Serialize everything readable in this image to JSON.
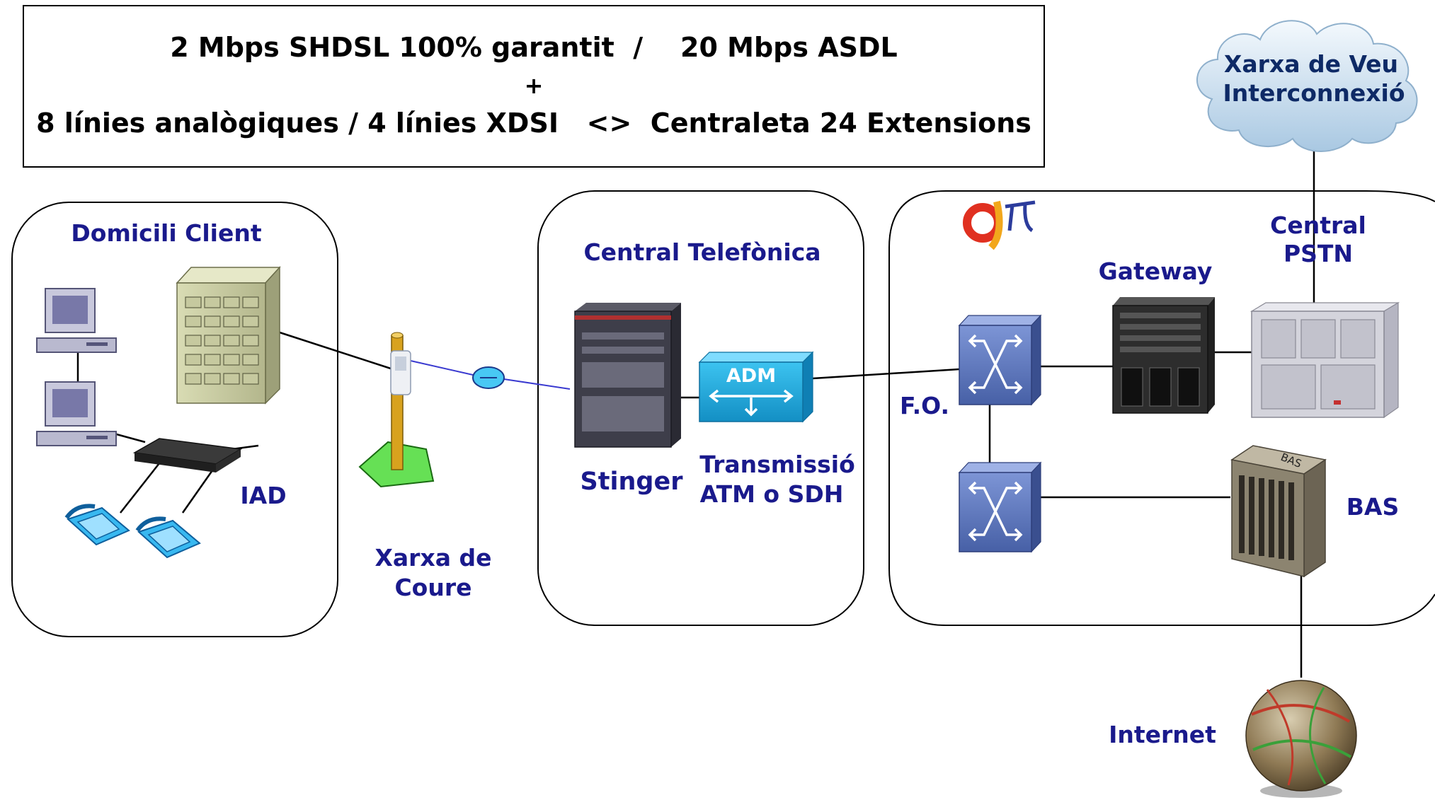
{
  "header": {
    "line1": "2 Mbps SHDSL 100% garantit  /    20 Mbps ASDL",
    "plus": "+",
    "line2": "8 línies analògiques / 4 línies XDSI   <>  Centraleta 24 Extensions"
  },
  "zones": {
    "client_title": "Domicili Client",
    "central_title": "Central Telefònica",
    "cloud_line1": "Xarxa de Veu",
    "cloud_line2": "Interconnexió"
  },
  "labels": {
    "iad": "IAD",
    "copper1": "Xarxa de",
    "copper2": "Coure",
    "stinger": "Stinger",
    "adm": "ADM",
    "transmission1": "Transmissió",
    "transmission2": "ATM o SDH",
    "fo": "F.O.",
    "gateway": "Gateway",
    "central_pstn1": "Central",
    "central_pstn2": "PSTN",
    "bas": "BAS",
    "bas_tag": "BAS",
    "internet": "Internet"
  },
  "icons": [
    "computer-icon",
    "server-cabinet-icon",
    "iad-router-icon",
    "telephone-icon",
    "pole-icon",
    "splice-icon",
    "stinger-dslam-icon",
    "adm-multiplexer-icon",
    "switch-icon",
    "gateway-rack-icon",
    "pstn-switch-icon",
    "bas-server-icon",
    "globe-icon",
    "cloud-icon",
    "operator-logo-icon"
  ],
  "colors": {
    "label_blue": "#1a1a8c",
    "adm_blue": "#1aa3d6",
    "switch_blue": "#5470b8",
    "copper_line": "#3a3ad0",
    "pole_yellow": "#d8a21e",
    "pole_base": "#66e055"
  }
}
